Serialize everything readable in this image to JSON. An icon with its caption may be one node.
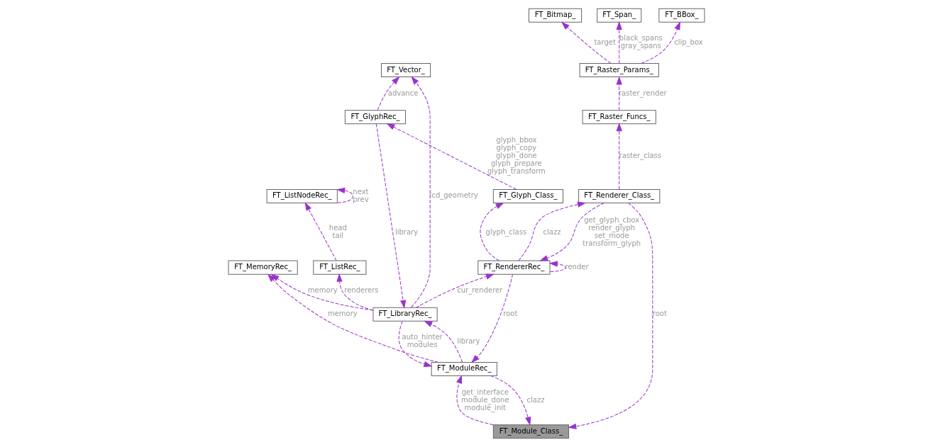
{
  "diagram": {
    "nodes": [
      {
        "text": [
          "FT_Module_Class_"
        ]
      },
      {
        "text": [
          "FT_Bitmap_"
        ]
      },
      {
        "text": [
          "FT_Span_"
        ]
      },
      {
        "text": [
          "FT_BBox_"
        ]
      },
      {
        "text": [
          "FT_MemoryRec_"
        ]
      },
      {
        "text": [
          "FT_Raster_Params_"
        ]
      },
      {
        "text": [
          "FT_ModuleRec_"
        ]
      },
      {
        "text": [
          "FT_ListNodeRec_"
        ]
      },
      {
        "text": [
          "FT_Raster_Funcs_"
        ]
      },
      {
        "text": [
          "FT_RendererRec_"
        ]
      },
      {
        "text": [
          "FT_Vector_"
        ]
      },
      {
        "text": [
          "FT_ListRec_"
        ]
      },
      {
        "text": [
          "FT_Renderer_Class_"
        ]
      },
      {
        "text": [
          "FT_LibraryRec_"
        ]
      },
      {
        "text": [
          "FT_GlyphRec_"
        ]
      },
      {
        "text": [
          "FT_Glyph_Class_"
        ]
      }
    ],
    "edges": [
      {
        "from": 5,
        "to": 1,
        "arrow": "to",
        "style": "dashed",
        "label": "target"
      },
      {
        "from": 5,
        "to": 2,
        "arrow": "to",
        "style": "dashed",
        "label": "black_spans gray_spans"
      },
      {
        "from": 5,
        "to": 3,
        "arrow": "to",
        "style": "dashed",
        "label": "clip_box"
      },
      {
        "from": 8,
        "to": 5,
        "arrow": "to",
        "style": "dashed",
        "label": "raster_render"
      },
      {
        "from": 12,
        "to": 8,
        "arrow": "to",
        "style": "dashed",
        "label": "raster_class"
      },
      {
        "from": 12,
        "to": 0,
        "arrow": "to",
        "style": "dashed",
        "label": "root"
      },
      {
        "from": 12,
        "to": 9,
        "arrow": "to",
        "style": "dashed",
        "label": "get_glyph_cbox render_glyph set_mode transform_glyph"
      },
      {
        "from": 9,
        "to": 12,
        "arrow": "to",
        "style": "dashed",
        "label": "clazz"
      },
      {
        "from": 9,
        "to": 6,
        "arrow": "to",
        "style": "dashed",
        "label": "root"
      },
      {
        "from": 9,
        "to": 9,
        "arrow": "to",
        "style": "dashed",
        "label": "render"
      },
      {
        "from": 6,
        "to": 0,
        "arrow": "to",
        "style": "dashed",
        "label": "clazz"
      },
      {
        "from": 0,
        "to": 6,
        "arrow": "to",
        "style": "dashed",
        "label": "get_interface module_done module_init"
      },
      {
        "from": 6,
        "to": 4,
        "arrow": "to",
        "style": "dashed",
        "label": "memory"
      },
      {
        "from": 6,
        "to": 13,
        "arrow": "to",
        "style": "dashed",
        "label": "library"
      },
      {
        "from": 13,
        "to": 6,
        "arrow": "to",
        "style": "dashed",
        "label": "auto_hinter modules"
      },
      {
        "from": 13,
        "to": 4,
        "arrow": "to",
        "style": "dashed",
        "label": "memory"
      },
      {
        "from": 13,
        "to": 9,
        "arrow": "to",
        "style": "dashed",
        "label": "cur_renderer"
      },
      {
        "from": 13,
        "to": 10,
        "arrow": "to",
        "style": "dashed",
        "label": "lcd_geometry"
      },
      {
        "from": 13,
        "to": 11,
        "arrow": "to",
        "style": "dashed",
        "label": "renderers"
      },
      {
        "from": 11,
        "to": 7,
        "arrow": "to",
        "style": "dashed",
        "label": "head tail"
      },
      {
        "from": 7,
        "to": 7,
        "arrow": "to",
        "style": "dashed",
        "label": "next prev"
      },
      {
        "from": 14,
        "to": 10,
        "arrow": "to",
        "style": "dashed",
        "label": "advance"
      },
      {
        "from": 14,
        "to": 13,
        "arrow": "to",
        "style": "dashed",
        "label": "library"
      },
      {
        "from": 9,
        "to": 15,
        "arrow": "to",
        "style": "dashed",
        "label": "glyph_class"
      },
      {
        "from": 15,
        "to": 14,
        "arrow": "to",
        "style": "dashed",
        "label": "glyph_bbox glyph_copy glyph_done glyph_prepare glyph_transform"
      }
    ]
  }
}
